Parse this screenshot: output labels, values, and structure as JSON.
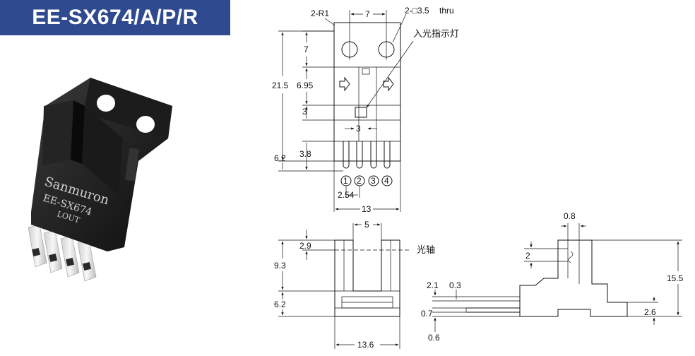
{
  "title": "EE-SX674/A/P/R",
  "product_photo": {
    "brand": "Sanmuron",
    "model": "EE-SX674",
    "marking": "LOUT"
  },
  "top_view": {
    "radius_note": "2-R1",
    "hole_spacing": "7",
    "hole_note": "2-□3.5",
    "hole_note_suffix": "thru",
    "indicator_label": "入光指示灯",
    "dim_overall_height": "21.5",
    "dim_hole_offset": "7",
    "dim_window": "6.95",
    "dim_indicator": "3",
    "dim_lower": "6.2",
    "dim_pin": "3.8",
    "dim_indicator_width": "3",
    "pin_numbers": [
      "1",
      "2",
      "3",
      "4"
    ],
    "dim_pin_pitch": "2.54",
    "dim_width": "13"
  },
  "front_view": {
    "dim_slot": "5",
    "dim_slot_top": "2.9",
    "optical_axis_label": "光轴",
    "dim_slot_height": "9.3",
    "dim_base": "6.2",
    "dim_width": "13.6"
  },
  "side_view": {
    "dim_top": "0.8",
    "dim_side": "2",
    "dim_step1": "2.1",
    "dim_step2": "0.3",
    "dim_lead1": "0.7",
    "dim_lead2": "0.6",
    "dim_height": "15.5",
    "dim_pin_height": "2.6"
  }
}
